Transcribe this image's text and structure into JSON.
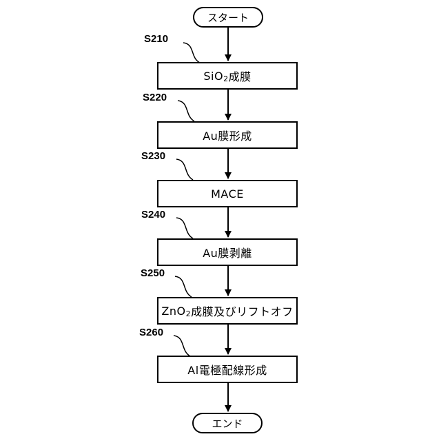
{
  "start_label": "スタート",
  "end_label": "エンド",
  "steps": [
    {
      "id": "S210",
      "text_a": "SiO",
      "sub": "2",
      "text_b": "成膜"
    },
    {
      "id": "S220",
      "text_a": "Au膜形成",
      "sub": "",
      "text_b": ""
    },
    {
      "id": "S230",
      "text_a": "MACE",
      "sub": "",
      "text_b": ""
    },
    {
      "id": "S240",
      "text_a": "Au膜剥離",
      "sub": "",
      "text_b": ""
    },
    {
      "id": "S250",
      "text_a": "ZnO",
      "sub": "2",
      "text_b": "成膜及びリフトオフ"
    },
    {
      "id": "S260",
      "text_a": "Al電極配線形成",
      "sub": "",
      "text_b": ""
    }
  ]
}
